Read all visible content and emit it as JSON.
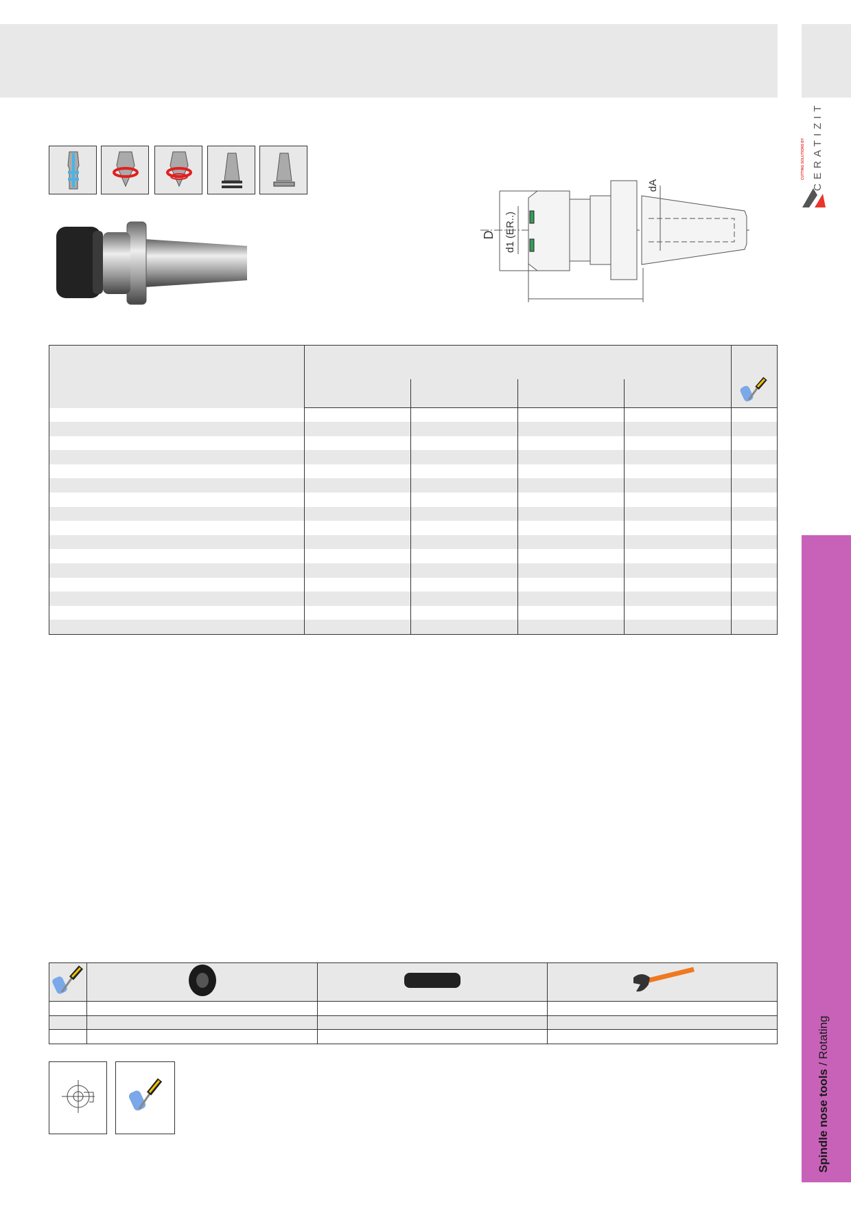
{
  "brand": {
    "name": "CERATIZIT",
    "tagline": "CUTTING SOLUTIONS BY"
  },
  "sidebar": {
    "category_bold": "Spindle nose tools",
    "separator": " / ",
    "category": "Rotating"
  },
  "drawing": {
    "label_D": "D",
    "label_d1": "d1 (ER..)",
    "label_dA": "dA"
  },
  "feature_icons": [
    "coolant-through-icon",
    "balanced-icon",
    "balanced-fine-icon",
    "taper-form-ad-icon",
    "taper-form-b-icon"
  ],
  "main_table": {
    "row_count": 16
  },
  "accessories": {
    "columns": [
      "clamping-nut-icon",
      "stop-screw-icon",
      "wrench-icon"
    ],
    "row_count": 3
  },
  "colors": {
    "accent": "#c862b8",
    "header_grey": "#e8e8e8",
    "brand_red": "#e8362c"
  }
}
